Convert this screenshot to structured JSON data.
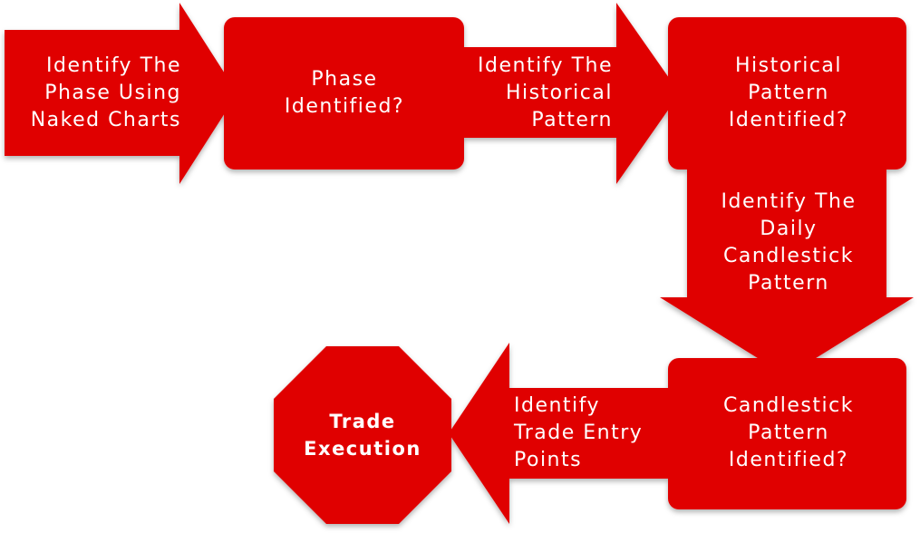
{
  "colors": {
    "shape_fill": "#e00000",
    "text": "#ffffff"
  },
  "steps": {
    "arrow1": "Identify The Phase Using Naked Charts",
    "box1": "Phase Identified?",
    "arrow2": "Identify The Historical Pattern",
    "box2": "Historical Pattern Identified?",
    "arrow3": "Identify The Daily Candlestick Pattern",
    "box3": "Candlestick Pattern Identified?",
    "arrow4": "Identify Trade Entry Points",
    "end": "Trade Execution"
  }
}
